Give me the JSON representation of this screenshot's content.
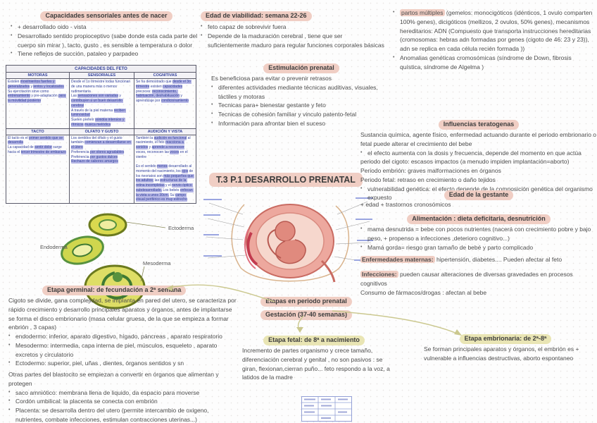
{
  "colors": {
    "accent_pink": "#f0cec4",
    "accent_yellow": "#e9e5b4",
    "table_ink": "#303f9b",
    "table_highlight": "#b6b7e6",
    "connector_olive": "#cbc88f"
  },
  "title": "T.3 P.1 DESARROLLO PRENATAL",
  "sensory": {
    "title": "Capacidades sensoriales antes de nacer",
    "bullets": [
      "+ desarrollado oido - vista",
      "Desarrollado sentido propioceptivo (sabe donde esta cada parte del cuerpo sin mirar ), tacto, gusto , es sensible a temperatura o dolor",
      "Tiene reflejos de succión, pataleo y parpadeo"
    ]
  },
  "viability": {
    "title": "Edad de viabilidad: semana 22-26",
    "bullets": [
      "feto capaz de sobrevivir fuera",
      "Depende de la maduración cerebral , tiene que ser suficientemente maduro para regular funciones corporales básicas"
    ]
  },
  "multiple": {
    "label": "partos múltiples",
    "rest": " (gemelos: monocigóticos (idénticos, 1 ovulo comparten 100% genes), dicigóticos (mellizos, 2 ovulos, 50% genes), mecanismos hereditarios: ADN (Compuesto que transporta instrucciones hereditarias (cromosomas: hebras adn formadas por genes (cigoto de 46: 23 y 23)), adn se replica en cada célula recién formada ))",
    "bullet2": "Anomalias genéticas cromosómicas (síndrome de Down, fibrosis quística, síndrome de Algelma )"
  },
  "feto_table": {
    "title": "CAPACIDADES DEL FETO",
    "headers1": [
      "MOTORAS",
      "SENSORIALES",
      "COGNITIVAS"
    ],
    "headers2": [
      "TACTO",
      "OLFATO Y GUSTO",
      "AUDICIÓN Y VISTA"
    ],
    "motoras": [
      {
        "t": "Existen "
      },
      {
        "t": "movimientos fuertes y generalizados",
        "h": true
      },
      {
        "t": " y "
      },
      {
        "t": "lentos y localizados",
        "h": true
      },
      {
        "t": "\nSu ejercitación sirve como "
      },
      {
        "t": "entrenamiento",
        "h": true
      },
      {
        "t": " y pre-adaptación "
      },
      {
        "t": "para la movilidad posterior",
        "h": true
      }
    ],
    "sensoriales": [
      {
        "t": "Desde el 1o trimestre todas funcionan de una manera más o menos rudimentaria\nLas "
      },
      {
        "t": "sensaciones son variadas",
        "h": true
      },
      {
        "t": " y "
      },
      {
        "t": "contribuyen a un buen desarrollo cerebral",
        "h": true
      },
      {
        "t": "\nA través de la piel materna "
      },
      {
        "t": "reciben luminosidad",
        "h": true
      },
      {
        "t": "\nSuelen preferir "
      },
      {
        "t": "sonidos intensos y rítmicos",
        "h": true
      },
      {
        "t": " "
      },
      {
        "t": "musica melódica",
        "h": true
      }
    ],
    "cognitivas": [
      {
        "t": "Se ha demostrado que "
      },
      {
        "t": "desde el 3o trimestre",
        "h": true
      },
      {
        "t": " existen "
      },
      {
        "t": "capacidades",
        "h": true
      },
      {
        "t": " precoces: "
      },
      {
        "t": "reconocimiento, habituación, deshabituación",
        "h": true
      },
      {
        "t": " y aprendizaje por "
      },
      {
        "t": "condicionamiento",
        "h": true
      }
    ],
    "tacto": [
      {
        "t": "El tacto es el "
      },
      {
        "t": "primer sentido que se desarrolla",
        "h": true
      },
      {
        "t": "\nLa capacidad de "
      },
      {
        "t": "sentir dolor",
        "h": true
      },
      {
        "t": " surge hacia el "
      },
      {
        "t": "tercer trimestre de embarazo",
        "h": true
      }
    ],
    "olfato": [
      {
        "t": "Los sentidos del olfato y el gusto también "
      },
      {
        "t": "comienzan a desarrollarse en el útero",
        "h": true
      },
      {
        "t": "\nPreferencia "
      },
      {
        "t": "por olores agradables",
        "h": true
      },
      {
        "t": "\nPreferencia "
      },
      {
        "t": "por gustos dulces",
        "h": true
      },
      {
        "t": "\n"
      },
      {
        "t": "Rechazo de sabores amargos",
        "h": true
      }
    ],
    "audicion": [
      {
        "t": "También la "
      },
      {
        "t": "audición es funcional",
        "h": true
      },
      {
        "t": " al nacimiento, el feto "
      },
      {
        "t": "reacciona a sonidos",
        "h": true
      },
      {
        "t": " y "
      },
      {
        "t": "aprende a reconocer",
        "h": true
      },
      {
        "t": " voces, reconocen las "
      },
      {
        "t": "voces",
        "h": true
      },
      {
        "t": " en el vientre\n\nEs el sentido "
      },
      {
        "t": "menos",
        "h": true
      },
      {
        "t": " desarrollado al momento del nacimiento, los "
      },
      {
        "t": "ojos",
        "h": true
      },
      {
        "t": " de los neonatos son "
      },
      {
        "t": "más pequeños que los adultos;",
        "h": true
      },
      {
        "t": " las "
      },
      {
        "t": "estructuras de la retina incompletas",
        "h": true
      },
      {
        "t": " y el "
      },
      {
        "t": "nervio óptico subdesarrollado.",
        "h": true
      },
      {
        "t": " Los bebés "
      },
      {
        "t": "enfocan la vista a unos 30cm.",
        "h": true
      },
      {
        "t": " Su "
      },
      {
        "t": "campo visual periférico es muy estrecho",
        "h": true
      }
    ]
  },
  "stimulation": {
    "title": "Estimulación prenatal",
    "intro": "Es beneficiosa para evitar o prevenir retrasos",
    "bullets": [
      "diferentes actividades mediante técnicas auditivas, visuales, táctiles y motoras",
      "Tecnicas para+ bienestar gestante y feto",
      "Tecnicas de cohesión familiar y vinculo patento-fetal",
      "Información para afrontar bien el suceso"
    ]
  },
  "teratogens": {
    "title": "Influencias teratogenas",
    "lines": [
      {
        "text": "Sustancia química, agente físico, enfermedad actuando durante el periodo embrionario o fetal puede alterar el crecimiento del bebe"
      },
      {
        "text": "el efecto aumenta con la dosis y frecuencia, depende del momento en que actúa"
      },
      {
        "text": "periodo del cigoto: escasos impactos (a menudo impiden implantación=aborto)"
      },
      {
        "text": "Periodo embrión: graves malformaciones en órganos"
      },
      {
        "text": "Periodo fetal: retraso en crecimiento o daño tejidos"
      },
      {
        "text": "vulnerabilidad genética: el efecto depende de la composición genética del organismo expuesto"
      }
    ]
  },
  "gestant_age": {
    "title": "Edad de la gestante",
    "text": "+ edad + trastornos cronosómicos"
  },
  "alimentation": {
    "title": "Alimentación : dieta deficitaria, desnutrición",
    "bullets": [
      "mama desnutrida = bebe con pocos nutrientes (nacerá con crecimiento pobre y bajo peso, + propenso a infecciones ,deterioro cognitivo...)",
      "Mamá gorda= riesgo gran tamaño de bebé y parto complicado"
    ]
  },
  "maternal_diseases": {
    "label": "Enfermedades maternas:",
    "text": " hipertensión, diabetes.... Pueden afectar al feto"
  },
  "infections": {
    "label": "Infecciones:",
    "text": " pueden causar alteraciones de diversas gravedades en procesos cognitivos"
  },
  "drugs": "Consumo de fármacos/drogas : afectan al bebe",
  "germinal": {
    "title": "Etapa germinal: de fecundación a 2ª semana",
    "para1": "Cigoto se divide, gana complejidad, se implanta en pared del utero, se caracteriza por rápido crecimiento y desarrollo principales aparatos y órganos, antes de implantarse se forma el disco embrionario (masa celular gruesa, de la que se empieza a formar enbrión , 3 capas)",
    "bullets": [
      "endodermo: inferior, aparato digestivo, hígado, páncreas , aparato respiratorio",
      "Mesodermo: intermedia, capa interna de piel, músculos, esqueleto , aparato excretos y circulatorio",
      "Ectodermo: superior, piel, uñas , dientes, órganos sentidos y sn"
    ],
    "para2": "Otras partes del blastocito se empiezan a convertir en órganos que alimentan y protegen",
    "bullets2": [
      "saco amniótico: membrana llena de liquido, da espacio para moverse",
      "Cordón umbilical: la placenta se conecta con embrión",
      "Placenta: se desarrolla dentro del utero (permite intercambio de oxigeno, nutrientes, combate infecciones, estimulan contracciones uterinas...)"
    ]
  },
  "stages_node": {
    "line1": "Etapas en periodo prenatal",
    "line2": "Gestación (37-40 semanas)"
  },
  "fetal": {
    "title": "Etapa fetal: de 8ª a nacimiento",
    "text": "Incremento de partes organismo y crece tamaño, diferenciación cerebral y genital , no son pasivos : se giran, flexionan,cierran puño... feto respondo a la voz, a latidos de la madre"
  },
  "embryonic": {
    "title": "Etapa embrionaria: de 2ª-8ª",
    "text": "Se forman principales aparatos y órganos, el embrión es + vulnerable a influencias destructivas, aborto espontaneo"
  },
  "embryo_diagram": {
    "ectoderm": "Ectoderma",
    "endoderm": "Endoderma",
    "mesoderm": "Mesoderma"
  }
}
